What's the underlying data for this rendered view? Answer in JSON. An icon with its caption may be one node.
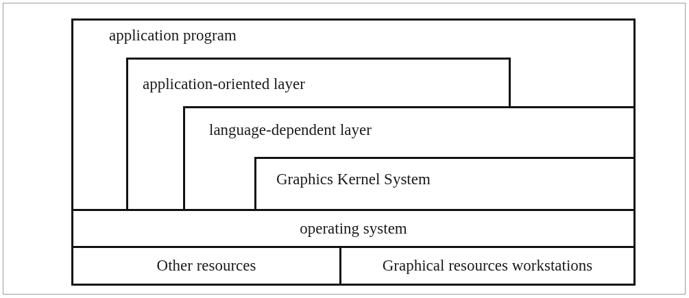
{
  "diagram": {
    "nodes": [
      {
        "text": [
          "application program"
        ]
      },
      {
        "text": [
          "application-oriented layer"
        ],
        "in": 0
      },
      {
        "text": [
          "language-dependent layer"
        ],
        "in": 0
      },
      {
        "text": [
          "Graphics Kernel System"
        ],
        "in": 2
      },
      {
        "text": [
          "operating system"
        ]
      },
      {
        "text": [
          "Other resources"
        ]
      },
      {
        "text": [
          "Graphical resources workstations"
        ]
      }
    ]
  }
}
